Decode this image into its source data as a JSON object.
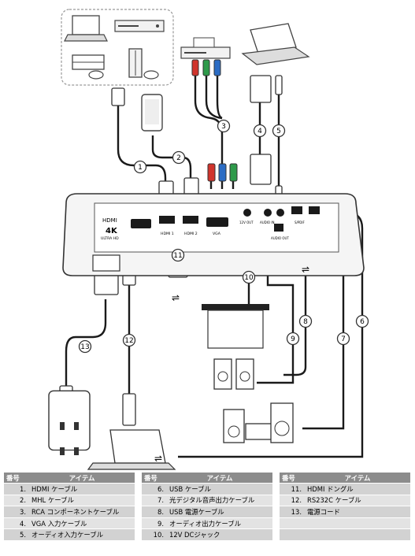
{
  "projector": {
    "port_labels": [
      "HDMI",
      "HDMI 1",
      "HDMI 2",
      "VGA",
      "12V OUT",
      "AUDIO IN",
      "AUDIO OUT",
      "S/PDIF"
    ],
    "badges": [
      "4K",
      "ULTRA HD"
    ]
  },
  "callouts": [
    "1",
    "2",
    "3",
    "4",
    "5",
    "6",
    "7",
    "8",
    "9",
    "10",
    "11",
    "12",
    "13"
  ],
  "legend": {
    "header_num": "番号",
    "header_item": "アイテム",
    "items": [
      {
        "num": "1.",
        "label": "HDMI ケーブル"
      },
      {
        "num": "2.",
        "label": "MHL ケーブル"
      },
      {
        "num": "3.",
        "label": "RCA コンポーネントケーブル"
      },
      {
        "num": "4.",
        "label": "VGA 入力ケーブル"
      },
      {
        "num": "5.",
        "label": "オーディオ入力ケーブル"
      },
      {
        "num": "6.",
        "label": "USB ケーブル"
      },
      {
        "num": "7.",
        "label": "光デジタル音声出力ケーブル"
      },
      {
        "num": "8.",
        "label": "USB 電源ケーブル"
      },
      {
        "num": "9.",
        "label": "オーディオ出力ケーブル"
      },
      {
        "num": "10.",
        "label": "12V DCジャック"
      },
      {
        "num": "11.",
        "label": "HDMI ドングル"
      },
      {
        "num": "12.",
        "label": "RS232C ケーブル"
      },
      {
        "num": "13.",
        "label": "電源コード"
      }
    ]
  },
  "colors": {
    "cable": "#1a1a1a",
    "rca_red": "#d0342c",
    "rca_green": "#2e9a4a",
    "rca_blue": "#2b6cc4",
    "legend_header": "#8c8c8c"
  }
}
